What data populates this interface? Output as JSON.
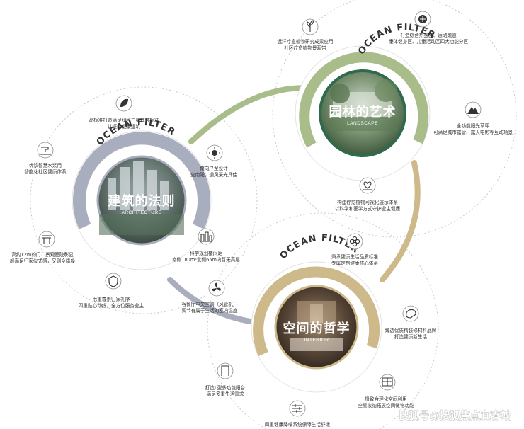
{
  "hubs": {
    "architecture": {
      "title": "建筑的法则",
      "subtitle": "ARCHITECTURE",
      "arc_text": "OCEAN FILTER"
    },
    "garden": {
      "title": "园林的艺术",
      "subtitle": "LANDSCAPE",
      "arc_text": "OCEAN FILTER"
    },
    "space": {
      "title": "空间的哲学",
      "subtitle": "INTERIOR",
      "arc_text": "OCEAN FILTER"
    }
  },
  "features": {
    "green_building": [
      "高标准打造满足绿色三星建筑标准",
      "认证的健康建筑"
    ],
    "water_purify": [
      "优饮智慧水浆用",
      "智能化社区健康体系"
    ],
    "gate": [
      "高约12m的门、景观庭院彰显",
      "颜满足归家仪式感，又则全降噪"
    ],
    "seven_steps": [
      "七重尊崇归家礼序",
      "四重贴心动线，全方位服务业主"
    ],
    "south_layout": [
      "南向户型设计",
      "全南阳，通风采光具佳"
    ],
    "spacing": [
      "科学规划楼间距",
      "南侧180m²北侧65m内暂无高层"
    ],
    "fresh_air": [
      "客餐厅中央空调（风管机）",
      "调节有属于生活的室内温度"
    ],
    "healing_plants": [
      "远洋疗愈植物研究成果应用",
      "社区疗愈植物景观带"
    ],
    "zones": [
      "打造综合热身区、运动跑道",
      "康体健身区、儿童活动区四大功能分区"
    ],
    "lawn": [
      "全功能阳光草坪",
      "可满足城市露营、露天电影等互动场景"
    ],
    "plant_viz": [
      "构建疗愈植物可视化展示体系",
      "以科学和医学方式守护业主健康"
    ],
    "health_std": [
      "秉承健康生活品质标准",
      "专属定制健康核心体系"
    ],
    "materials": [
      "臻选优质精装修材料品牌",
      "打造健康新生活"
    ],
    "storage": [
      "极致合理化空间利用",
      "全屋收纳拓展空间做物功能"
    ],
    "balcony": [
      "打造L型多功能阳台",
      "满足多重生活需求"
    ],
    "systems": [
      "四重健康降噪系统保障生活舒适"
    ]
  },
  "watermark": "搜狐号@搜狐焦点宜春站",
  "colors": {
    "architecture": "#a9aebf",
    "garden": "#a9bd8a",
    "space": "#cdb98a",
    "hub_ring": "#ffffff",
    "text": "#333333"
  },
  "icons": {
    "green_building": "leaf-icon",
    "water_purify": "water-tap-icon",
    "gate": "gate-icon",
    "seven_steps": "shield-icon",
    "south_layout": "sun-icon",
    "spacing": "buildings-icon",
    "fresh_air": "fan-icon",
    "healing_plants": "plant-icon",
    "zones": "activity-icon",
    "lawn": "mountain-icon",
    "plant_viz": "heart-hand-icon",
    "health_std": "flower-icon",
    "materials": "palette-icon",
    "storage": "cabinet-icon",
    "balcony": "door-icon",
    "systems": "sliders-icon"
  }
}
